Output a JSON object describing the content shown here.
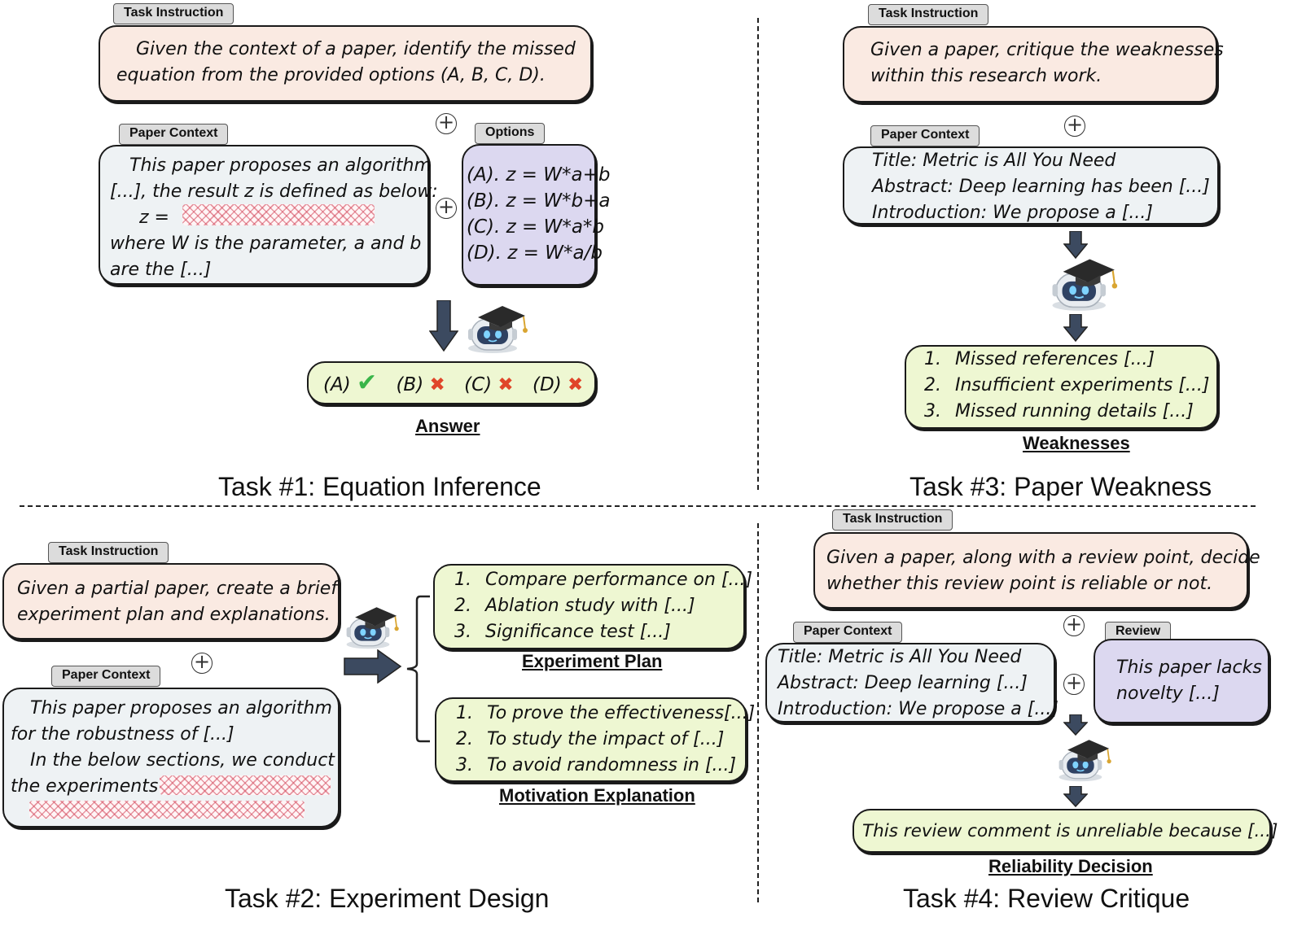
{
  "task1": {
    "caption": "Task #1: Equation Inference",
    "instruction_tag": "Task Instruction",
    "instruction": [
      "Given the context of a paper, identify the missed",
      "equation from the provided options (A, B, C, D)."
    ],
    "context_tag": "Paper Context",
    "context": [
      "This paper proposes an algorithm",
      "[...], the result z is defined as below:",
      "z =",
      "where W is the parameter, a and b",
      "are the [...]"
    ],
    "options_tag": "Options",
    "options": [
      "(A). z = W*a+b",
      "(B). z = W*b+a",
      "(C). z = W*a*b",
      "(D). z = W*a/b"
    ],
    "answer": [
      {
        "label": "(A)",
        "mark": "✔"
      },
      {
        "label": "(B)",
        "mark": "✖"
      },
      {
        "label": "(C)",
        "mark": "✖"
      },
      {
        "label": "(D)",
        "mark": "✖"
      }
    ],
    "answer_label": "Answer"
  },
  "task2": {
    "caption": "Task #2: Experiment Design",
    "instruction_tag": "Task Instruction",
    "instruction": [
      "Given a partial paper, create a brief",
      "experiment plan and explanations."
    ],
    "context_tag": "Paper Context",
    "context": [
      "This paper proposes an algorithm",
      "for the robustness of  [...]",
      "In the below sections, we conduct",
      "the experiments"
    ],
    "plan": [
      {
        "num": "1.",
        "text": "Compare performance on [...]"
      },
      {
        "num": "2.",
        "text": "Ablation study with [...]"
      },
      {
        "num": "3.",
        "text": "Significance test [...]"
      }
    ],
    "plan_label": "Experiment Plan",
    "motivation": [
      {
        "num": "1.",
        "text": "To prove the effectiveness[...]"
      },
      {
        "num": "2.",
        "text": "To study the impact of [...]"
      },
      {
        "num": "3.",
        "text": "To avoid randomness in [...]"
      }
    ],
    "motivation_label": "Motivation Explanation"
  },
  "task3": {
    "caption": "Task #3: Paper Weakness",
    "instruction_tag": "Task Instruction",
    "instruction": [
      "Given a paper, critique the weaknesses",
      "within this research work."
    ],
    "context_tag": "Paper Context",
    "context": [
      "Title: Metric is All You Need",
      "Abstract: Deep learning has been [...]",
      "Introduction: We propose a [...]"
    ],
    "weaknesses": [
      {
        "num": "1.",
        "text": "Missed references [...]"
      },
      {
        "num": "2.",
        "text": "Insufficient experiments [...]"
      },
      {
        "num": "3.",
        "text": "Missed running details [...]"
      }
    ],
    "weaknesses_label": "Weaknesses"
  },
  "task4": {
    "caption": "Task #4: Review Critique",
    "instruction_tag": "Task Instruction",
    "instruction": [
      "Given a paper, along with a review point, decide",
      "whether this review point is reliable or not."
    ],
    "context_tag": "Paper Context",
    "context": [
      "Title: Metric is All You Need",
      "Abstract: Deep learning [...]",
      "Introduction: We propose a [...]"
    ],
    "review_tag": "Review",
    "review": [
      "This paper lacks",
      "novelty [...]"
    ],
    "decision": "This review comment is unreliable because [...]",
    "decision_label": "Reliability Decision"
  },
  "colors": {
    "instruction_bg": "#faeae2",
    "context_bg": "#eef2f4",
    "options_bg": "#dcd8f0",
    "output_bg": "#eef7d2",
    "arrow": "#3c4a60",
    "check": "#3ab54a",
    "cross": "#e0452a"
  },
  "icons": {
    "robot": "robot-graduate-icon",
    "plus": "plus-circle-icon",
    "arrow": "arrow-icon"
  }
}
